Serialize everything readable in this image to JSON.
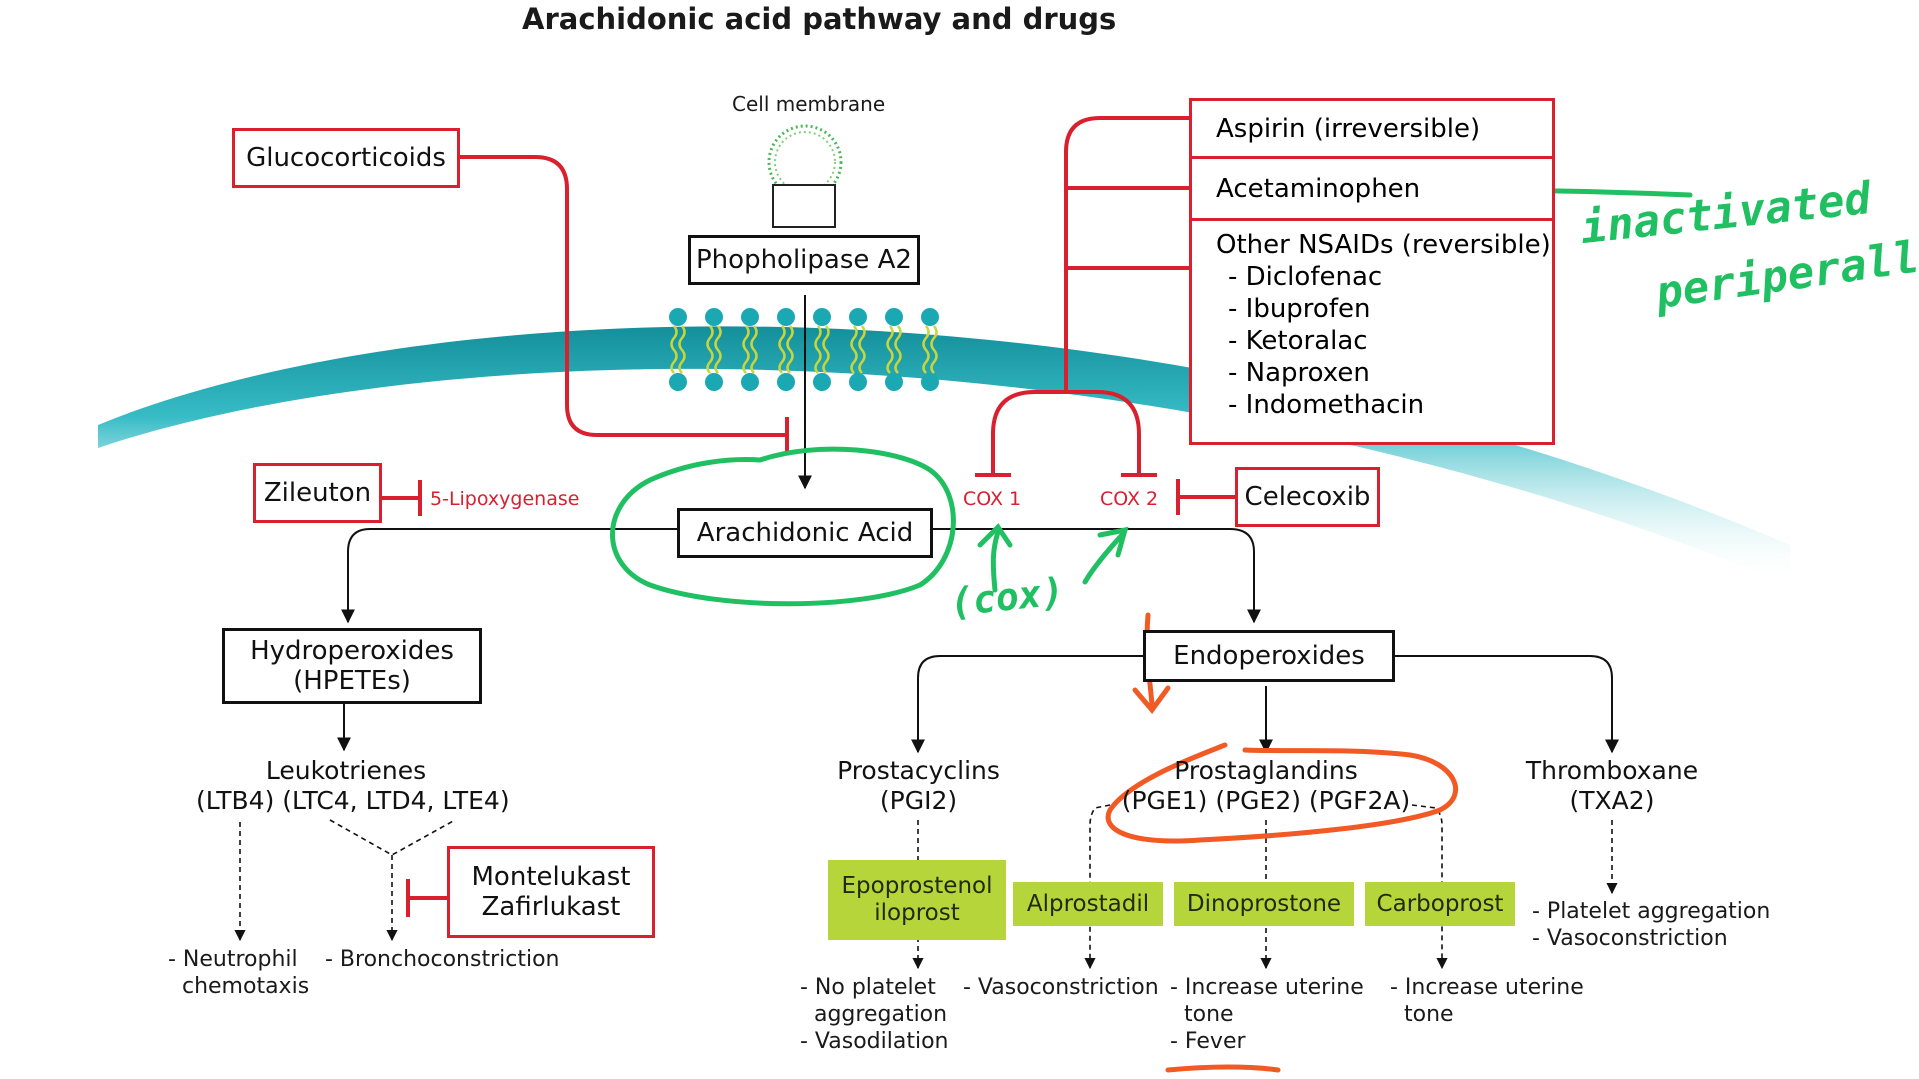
{
  "title": "Arachidonic acid pathway and drugs",
  "cell_membrane_label": "Cell membrane",
  "nodes": {
    "phospholipase": "Phopholipase A2",
    "arachidonic_acid": "Arachidonic Acid",
    "hydroperoxides": [
      "Hydroperoxides",
      "(HPETEs)"
    ],
    "endoperoxides": "Endoperoxides",
    "leukotrienes": [
      "Leukotrienes",
      "(LTB4) (LTC4, LTD4, LTE4)"
    ],
    "prostacyclins": [
      "Prostacyclins",
      "(PGI2)"
    ],
    "prostaglandins": [
      "Prostaglandins",
      "(PGE1) (PGE2) (PGF2A)"
    ],
    "thromboxane": [
      "Thromboxane",
      "(TXA2)"
    ]
  },
  "enzymes": {
    "lipoxygenase": "5-Lipoxygenase",
    "cox1": "COX 1",
    "cox2": "COX 2"
  },
  "drugs": {
    "glucocorticoids": "Glucocorticoids",
    "zileuton": "Zileuton",
    "celecoxib": "Celecoxib",
    "montelukast": [
      "Montelukast",
      "Zafirlukast"
    ],
    "aspirin": "Aspirin (irreversible)",
    "acetaminophen": "Acetaminophen",
    "nsaids_title": "Other NSAIDs (reversible)",
    "nsaids": [
      "- Diclofenac",
      "- Ibuprofen",
      "- Ketoralac",
      "- Naproxen",
      "- Indomethacin"
    ],
    "epoprostenol": [
      "Epoprostenol",
      "iloprost"
    ],
    "alprostadil": "Alprostadil",
    "dinoprostone": "Dinoprostone",
    "carboprost": "Carboprost"
  },
  "effects": {
    "neutrophil": [
      "- Neutrophil",
      "  chemotaxis"
    ],
    "bronchoconstriction": "- Bronchoconstriction",
    "prostacyclin_effects": [
      "- No platelet",
      "  aggregation",
      "- Vasodilation"
    ],
    "alprostadil_effect": "- Vasoconstriction",
    "dinoprostone_effects": [
      "- Increase uterine",
      "  tone",
      "- Fever"
    ],
    "carboprost_effects": [
      "- Increase uterine",
      "  tone"
    ],
    "thromboxane_effects": [
      "- Platelet aggregation",
      "- Vasoconstriction"
    ]
  },
  "annotations": {
    "handwritten_line1": "inactivated",
    "handwritten_line2": "periperally",
    "handwritten_cox": "(cox)"
  },
  "colors": {
    "inhibitor_red": "#d8202f",
    "drug_green_fill": "#b5d53a",
    "membrane_teal": "#17a9b4",
    "annotation_green": "#1fbf62",
    "annotation_orange": "#f15a24"
  }
}
